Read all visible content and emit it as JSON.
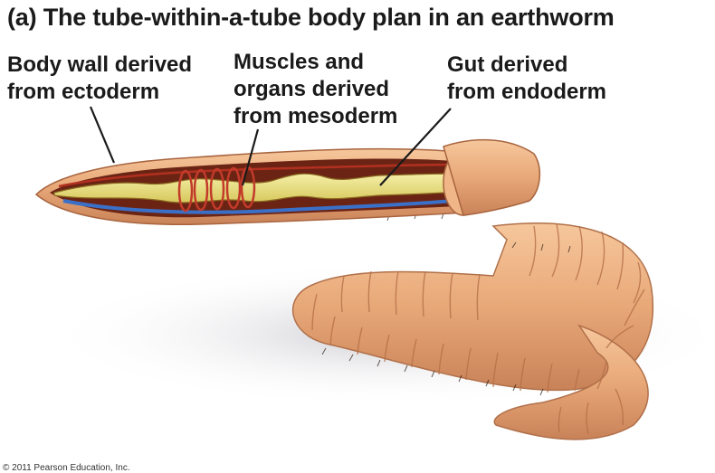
{
  "title": "(a) The tube-within-a-tube body plan in an earthworm",
  "labels": {
    "body_wall": [
      "Body wall derived",
      "from ectoderm"
    ],
    "muscles": [
      "Muscles and",
      "organs derived",
      "from mesoderm"
    ],
    "gut": [
      "Gut derived",
      "from endoderm"
    ]
  },
  "copyright": "© 2011 Pearson Education, Inc.",
  "colors": {
    "skin": "#e8a878",
    "skin_dark": "#c98258",
    "cavity": "#6b2414",
    "gut": "#e8df7a",
    "nerve": "#3a70c8",
    "muscle": "#c23a2a"
  }
}
